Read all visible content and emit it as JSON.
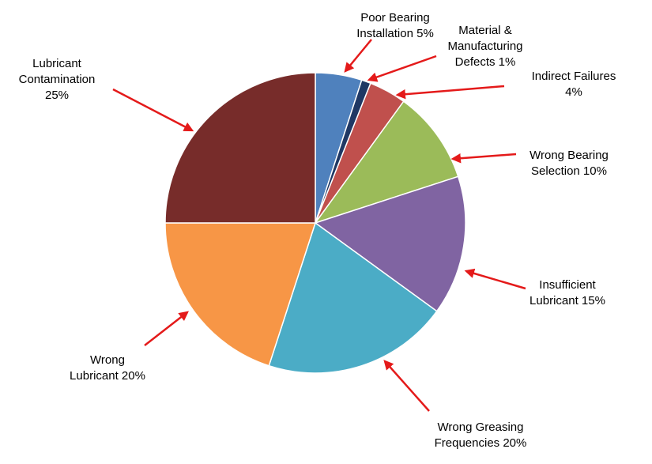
{
  "chart_data": {
    "type": "pie",
    "title": "",
    "start_angle_deg": 0,
    "direction": "clockwise",
    "slices": [
      {
        "label_lines": [
          "Poor Bearing",
          "Installation 5%"
        ],
        "category": "Poor Bearing Installation",
        "value": 5,
        "color": "#4f81bd"
      },
      {
        "label_lines": [
          "Material &",
          "Manufacturing",
          "Defects 1%"
        ],
        "category": "Material & Manufacturing Defects",
        "value": 1,
        "color": "#1f3864"
      },
      {
        "label_lines": [
          "Indirect Failures",
          "4%"
        ],
        "category": "Indirect Failures",
        "value": 4,
        "color": "#c0504d"
      },
      {
        "label_lines": [
          "Wrong Bearing",
          "Selection 10%"
        ],
        "category": "Wrong Bearing Selection",
        "value": 10,
        "color": "#9bbb59"
      },
      {
        "label_lines": [
          "Insufficient",
          "Lubricant 15%"
        ],
        "category": "Insufficient Lubricant",
        "value": 15,
        "color": "#8064a2"
      },
      {
        "label_lines": [
          "Wrong Greasing",
          "Frequencies 20%"
        ],
        "category": "Wrong Greasing Frequencies",
        "value": 20,
        "color": "#4bacc6"
      },
      {
        "label_lines": [
          "Wrong",
          "Lubricant 20%"
        ],
        "category": "Wrong Lubricant",
        "value": 20,
        "color": "#f79646"
      },
      {
        "label_lines": [
          "Lubricant",
          "Contamination",
          "25%"
        ],
        "category": "Lubricant Contamination",
        "value": 25,
        "color": "#772c2a"
      }
    ],
    "annotation_color": "#e41a1a"
  }
}
